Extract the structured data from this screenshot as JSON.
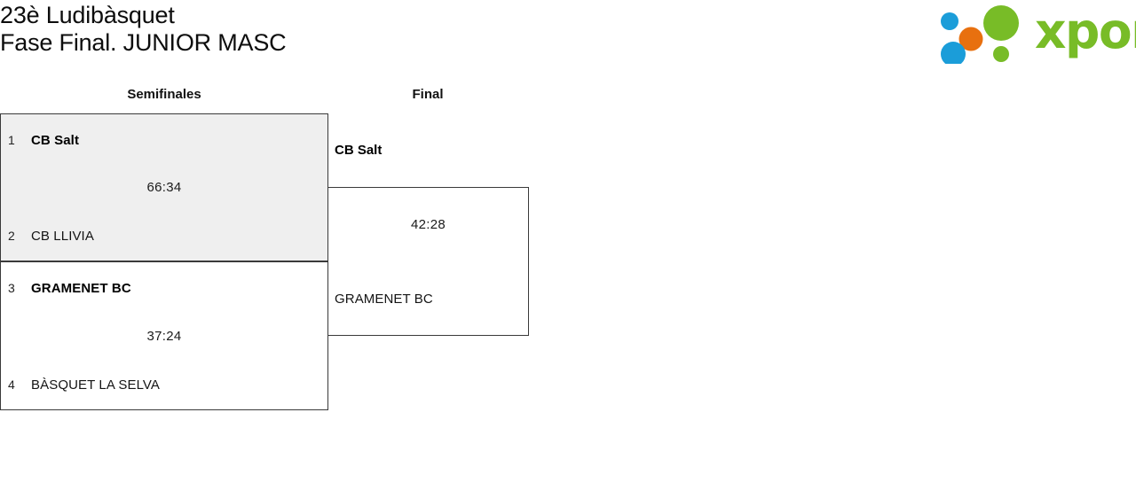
{
  "header": {
    "title_line1": "23è Ludibàsquet",
    "title_line2": "Fase Final. JUNIOR MASC",
    "logo_word": "xporty",
    "logo_colors": {
      "green": "#78bc27",
      "orange": "#e8700f",
      "blue": "#1b9dd9"
    }
  },
  "bracket": {
    "rounds": [
      {
        "name": "semifinals",
        "label": "Semifinales"
      },
      {
        "name": "final",
        "label": "Final"
      }
    ],
    "matches": [
      {
        "id": "sf1",
        "round": "semifinals",
        "shaded": true,
        "score": "66:34",
        "teams": [
          {
            "seed": "1",
            "name": "CB Salt",
            "winner": true
          },
          {
            "seed": "2",
            "name": "CB LLIVIA",
            "winner": false
          }
        ]
      },
      {
        "id": "sf2",
        "round": "semifinals",
        "shaded": false,
        "score": "37:24",
        "teams": [
          {
            "seed": "3",
            "name": "GRAMENET BC",
            "winner": true
          },
          {
            "seed": "4",
            "name": "BÀSQUET LA SELVA",
            "winner": false
          }
        ]
      },
      {
        "id": "final",
        "round": "final",
        "shaded": false,
        "score": "42:28",
        "teams": [
          {
            "seed": "",
            "name": "CB Salt",
            "winner": true
          },
          {
            "seed": "",
            "name": "GRAMENET BC",
            "winner": false
          }
        ]
      }
    ]
  }
}
